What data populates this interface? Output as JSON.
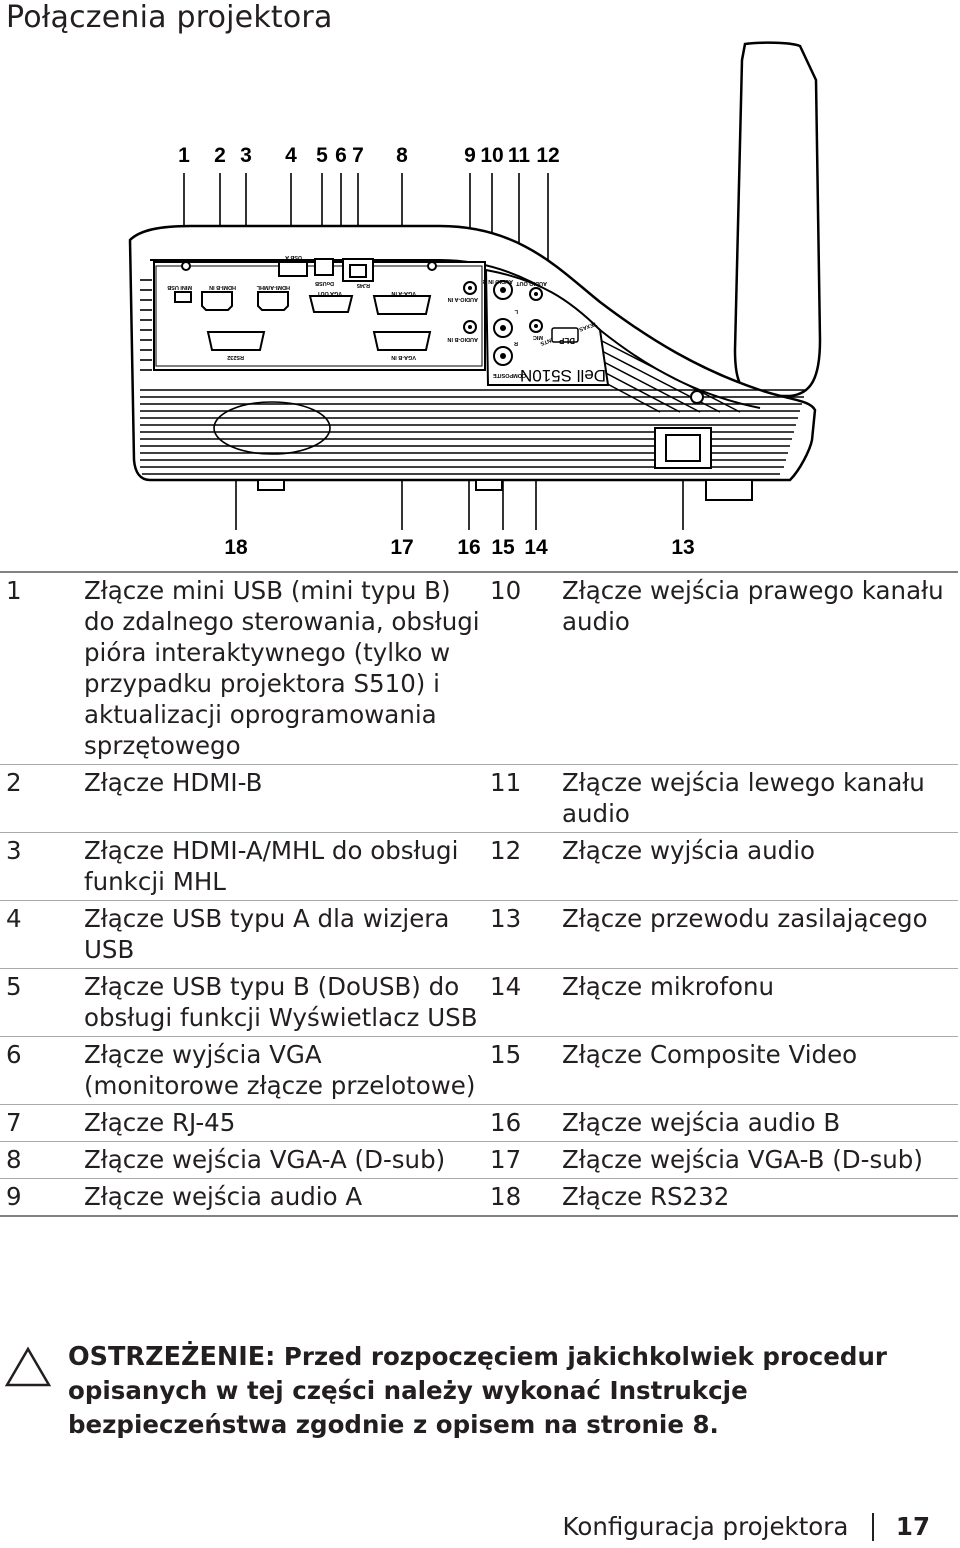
{
  "page_title": "Połączenia projektora",
  "figure": {
    "top_callouts": [
      "1",
      "2",
      "3",
      "4",
      "5",
      "6",
      "7",
      "8",
      "9",
      "10",
      "11",
      "12"
    ],
    "bottom_callouts": [
      "18",
      "17",
      "16",
      "15",
      "14",
      "13"
    ],
    "panel_labels": {
      "mini_usb": "MINI USB",
      "hdmi_b": "HDMI-B IN",
      "hdmi_a": "HDMI-A/MHL",
      "usb_a": "USB A",
      "dousb": "DoUSB",
      "vga_out": "VGA OUT",
      "rj45": "RJ45",
      "vga_a": "VGA-A IN",
      "vga_b": "VGA-B IN",
      "rs232": "RS232",
      "audio_a": "AUDIO-A IN",
      "audio_b": "AUDIO-B IN",
      "audio_r": "AUDIO IN R",
      "audio_out": "AUDIO OUT",
      "l": "L",
      "r": "R",
      "mic": "MIC",
      "composite": "COMPOSITE",
      "ti": "TEXAS INSTRUMENTS",
      "dlp": "DLP",
      "model": "Dell S510N"
    }
  },
  "ports": [
    {
      "left_num": "1",
      "left_text": "Złącze mini USB (mini typu B) do zdalnego sterowania, obsługi pióra interaktywnego (tylko w przypadku projektora S510) i aktualizacji oprogramowania sprzętowego",
      "right_num": "10",
      "right_text": "Złącze wejścia prawego kanału audio"
    },
    {
      "left_num": "2",
      "left_text": "Złącze HDMI-B",
      "right_num": "11",
      "right_text": "Złącze wejścia lewego kanału audio"
    },
    {
      "left_num": "3",
      "left_text": "Złącze HDMI-A/MHL do obsługi funkcji MHL",
      "right_num": "12",
      "right_text": "Złącze wyjścia audio"
    },
    {
      "left_num": "4",
      "left_text": "Złącze USB typu A dla wizjera USB",
      "right_num": "13",
      "right_text": "Złącze przewodu zasilającego"
    },
    {
      "left_num": "5",
      "left_text": "Złącze USB typu B (DoUSB) do obsługi funkcji Wyświetlacz USB",
      "right_num": "14",
      "right_text": "Złącze mikrofonu"
    },
    {
      "left_num": "6",
      "left_text": "Złącze wyjścia VGA (monitorowe złącze przelotowe)",
      "right_num": "15",
      "right_text": "Złącze Composite Video"
    },
    {
      "left_num": "7",
      "left_text": "Złącze RJ-45",
      "right_num": "16",
      "right_text": "Złącze wejścia audio B"
    },
    {
      "left_num": "8",
      "left_text": "Złącze wejścia VGA-A (D-sub)",
      "right_num": "17",
      "right_text": "Złącze wejścia VGA-B (D-sub)"
    },
    {
      "left_num": "9",
      "left_text": "Złącze wejścia audio A",
      "right_num": "18",
      "right_text": "Złącze RS232"
    }
  ],
  "warning": {
    "icon": "warning-triangle-icon",
    "label": "OSTRZEŻENIE:",
    "text": "Przed rozpoczęciem jakichkolwiek procedur opisanych w tej części należy wykonać Instrukcje bezpieczeństwa zgodnie z opisem na stronie 8."
  },
  "footer": {
    "section": "Konfiguracja projektora",
    "page_number": "17"
  }
}
